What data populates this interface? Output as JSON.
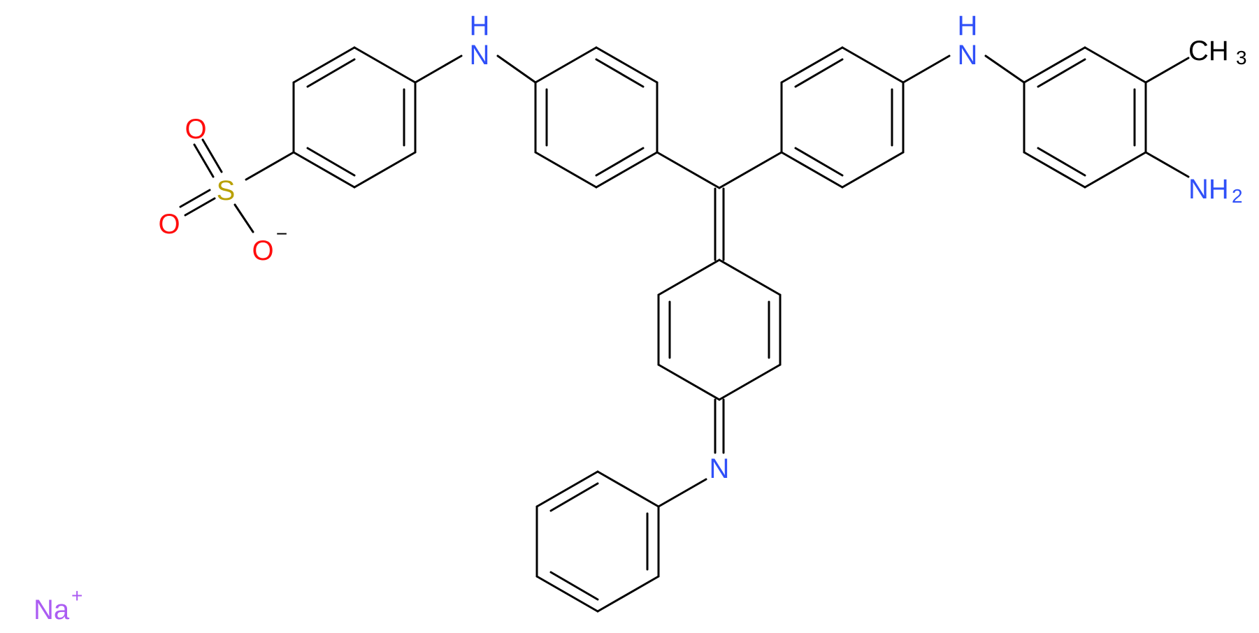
{
  "colors": {
    "bond": "#000000",
    "nitrogen": "#3050F8",
    "oxygen": "#FF0D0D",
    "sulfur": "#B8A000",
    "sodium": "#AB5CF2",
    "carbon_label": "#000000"
  },
  "atoms": {
    "nh_left": "H",
    "nh_left_n": "N",
    "nh_right": "H",
    "nh_right_n": "N",
    "ch3_c": "CH",
    "ch3_sub": "3",
    "nh2_n": "NH",
    "nh2_sub": "2",
    "imine_n": "N",
    "s": "S",
    "o_top": "O",
    "o_left": "O",
    "o_minus": "O",
    "o_charge": "−",
    "na": "Na",
    "na_charge": "+"
  }
}
